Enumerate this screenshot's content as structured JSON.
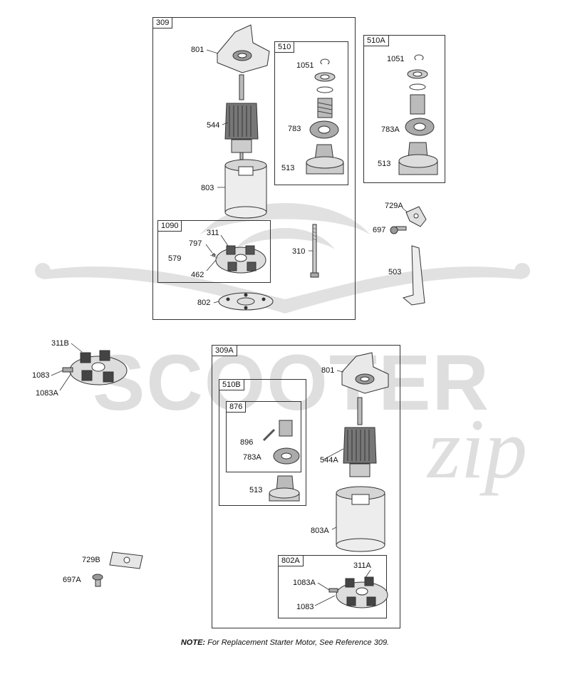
{
  "watermark": {
    "brand": "SCOOTER",
    "brand_script": "zip"
  },
  "groups": {
    "g309": "309",
    "g510": "510",
    "g510A": "510A",
    "g1090": "1090",
    "g309A": "309A",
    "g510B": "510B",
    "g876": "876",
    "g802A": "802A"
  },
  "parts": {
    "p801_top": "801",
    "p544": "544",
    "p803": "803",
    "p311": "311",
    "p797": "797",
    "p579": "579",
    "p462": "462",
    "p802": "802",
    "p310": "310",
    "p1051": "1051",
    "p783": "783",
    "p513": "513",
    "p1051b": "1051",
    "p783A": "783A",
    "p513b": "513",
    "p729A": "729A",
    "p697": "697",
    "p503": "503",
    "p311B": "311B",
    "p1083": "1083",
    "p1083A": "1083A",
    "p801_bottom": "801",
    "p896": "896",
    "p783A_b": "783A",
    "p513_c": "513",
    "p544A": "544A",
    "p803A": "803A",
    "p311A": "311A",
    "p1083A_b": "1083A",
    "p1083_b": "1083",
    "p729B": "729B",
    "p697A": "697A"
  },
  "note": {
    "prefix": "NOTE:",
    "text": "For Replacement Starter Motor, See Reference 309."
  },
  "colors": {
    "line": "#333333",
    "part_fill": "#e6e6e6",
    "part_dark": "#555555",
    "watermark": "#d9d9d9"
  }
}
